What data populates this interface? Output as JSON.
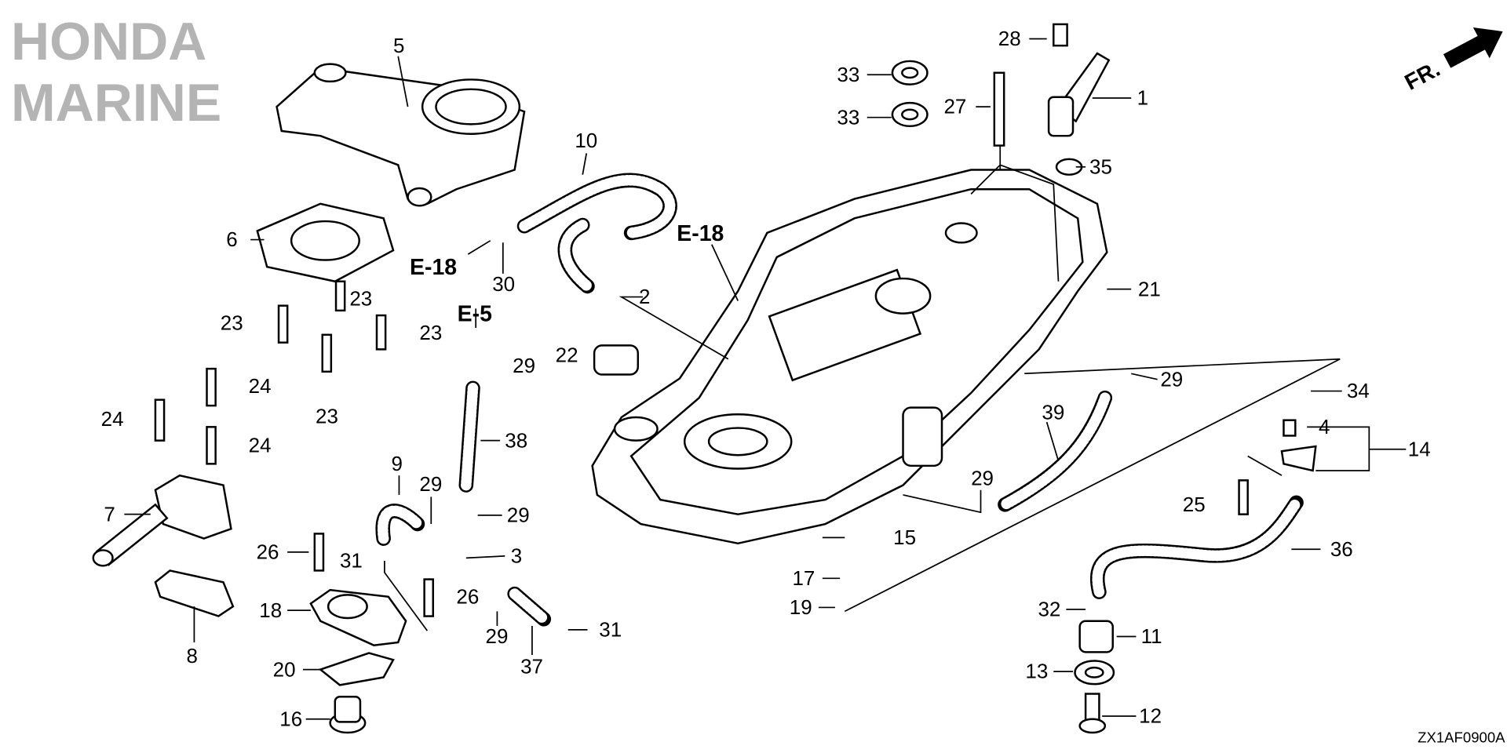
{
  "diagram": {
    "code": "ZX1AF0900A",
    "direction_label": "FR.",
    "watermark": "HONDA MARINE",
    "references": [
      "E-18",
      "E-18",
      "E-5"
    ],
    "callouts": [
      "5",
      "10",
      "6",
      "30",
      "2",
      "21",
      "1",
      "35",
      "27",
      "28",
      "33",
      "33",
      "23",
      "23",
      "23",
      "23",
      "29",
      "22",
      "24",
      "24",
      "24",
      "38",
      "9",
      "29",
      "29",
      "7",
      "26",
      "31",
      "3",
      "26",
      "29",
      "37",
      "31",
      "18",
      "8",
      "20",
      "16",
      "29",
      "34",
      "4",
      "14",
      "39",
      "29",
      "15",
      "25",
      "36",
      "17",
      "19",
      "32",
      "11",
      "13",
      "12"
    ]
  }
}
